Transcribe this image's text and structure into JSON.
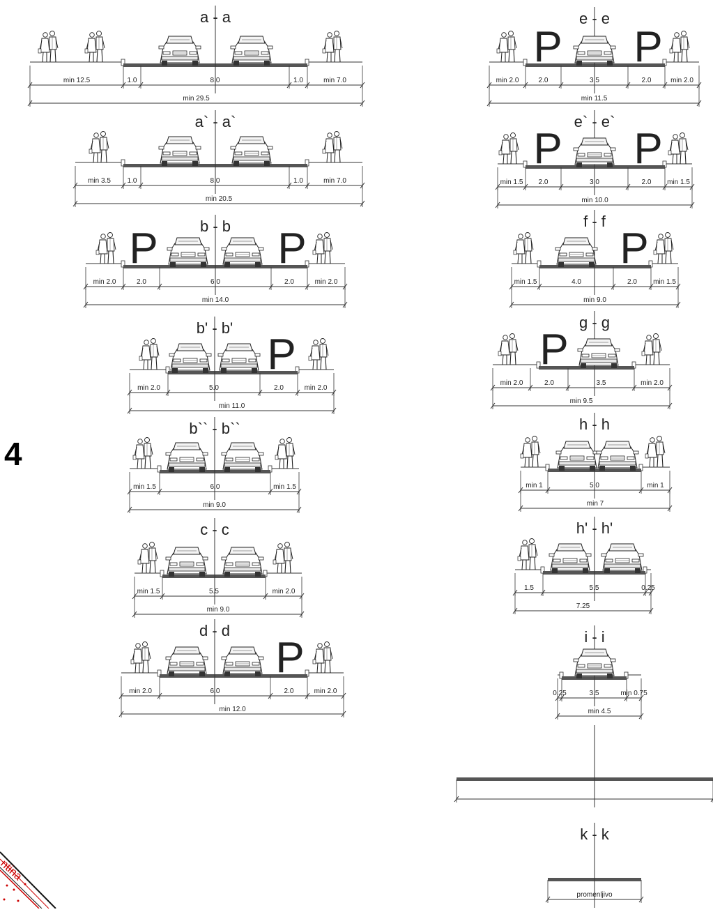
{
  "sheet_number": "4",
  "corner_label": "ntina",
  "sections": [
    {
      "id": "s-aa",
      "title": "a - a",
      "parking": "",
      "dims": [
        "min 12.5",
        "1.0",
        "8.0",
        "1.0",
        "min 7.0"
      ],
      "total": "min 29.5"
    },
    {
      "id": "s-aa2",
      "title": "a` - a`",
      "parking": "",
      "dims": [
        "min 3.5",
        "1.0",
        "8.0",
        "1.0",
        "min 7.0"
      ],
      "total": "min 20.5"
    },
    {
      "id": "s-bb",
      "title": "b - b",
      "parking": "P",
      "dims": [
        "min 2.0",
        "2.0",
        "6.0",
        "2.0",
        "min 2.0"
      ],
      "total": "min 14.0"
    },
    {
      "id": "s-bb1",
      "title": "b' - b'",
      "parking": "P",
      "dims": [
        "min 2.0",
        "5.0",
        "2.0",
        "min 2.0"
      ],
      "total": "min 11.0"
    },
    {
      "id": "s-bb2",
      "title": "b`` - b``",
      "parking": "",
      "dims": [
        "min 1.5",
        "6.0",
        "min 1.5"
      ],
      "total": "min 9.0"
    },
    {
      "id": "s-cc",
      "title": "c - c",
      "parking": "",
      "dims": [
        "min 1.5",
        "5.5",
        "min 2.0"
      ],
      "total": "min 9.0"
    },
    {
      "id": "s-dd",
      "title": "d - d",
      "parking": "P",
      "dims": [
        "min 2.0",
        "6.0",
        "2.0",
        "min 2.0"
      ],
      "total": "min 12.0"
    },
    {
      "id": "s-ee",
      "title": "e - e",
      "parking": "P",
      "dims": [
        "min 2.0",
        "2.0",
        "3.5",
        "2.0",
        "min 2.0"
      ],
      "total": "min 11.5"
    },
    {
      "id": "s-ee2",
      "title": "e` - e`",
      "parking": "P",
      "dims": [
        "min 1.5",
        "2.0",
        "3.0",
        "2.0",
        "min 1.5"
      ],
      "total": "min 10.0"
    },
    {
      "id": "s-ff",
      "title": "f - f",
      "parking": "P",
      "dims": [
        "min 1.5",
        "4.0",
        "2.0",
        "min 1.5"
      ],
      "total": "min 9.0"
    },
    {
      "id": "s-gg",
      "title": "g - g",
      "parking": "P",
      "dims": [
        "min 2.0",
        "2.0",
        "3.5",
        "min 2.0"
      ],
      "total": "min 9.5"
    },
    {
      "id": "s-hh",
      "title": "h - h",
      "parking": "",
      "dims": [
        "min 1",
        "5.0",
        "min 1"
      ],
      "total": "min 7"
    },
    {
      "id": "s-hh1",
      "title": "h' - h'",
      "parking": "",
      "dims": [
        "1.5",
        "5.5",
        "0.25"
      ],
      "total": "7.25"
    },
    {
      "id": "s-ii",
      "title": "i - i",
      "parking": "",
      "dims": [
        "0.25",
        "3.5",
        "min 0.75"
      ],
      "total": "min 4.5"
    },
    {
      "id": "s-jj",
      "title": "",
      "parking": "",
      "dims": [],
      "total": ""
    },
    {
      "id": "s-kk",
      "title": "k - k",
      "parking": "",
      "dims": [
        "promenljivo"
      ],
      "total": ""
    }
  ]
}
